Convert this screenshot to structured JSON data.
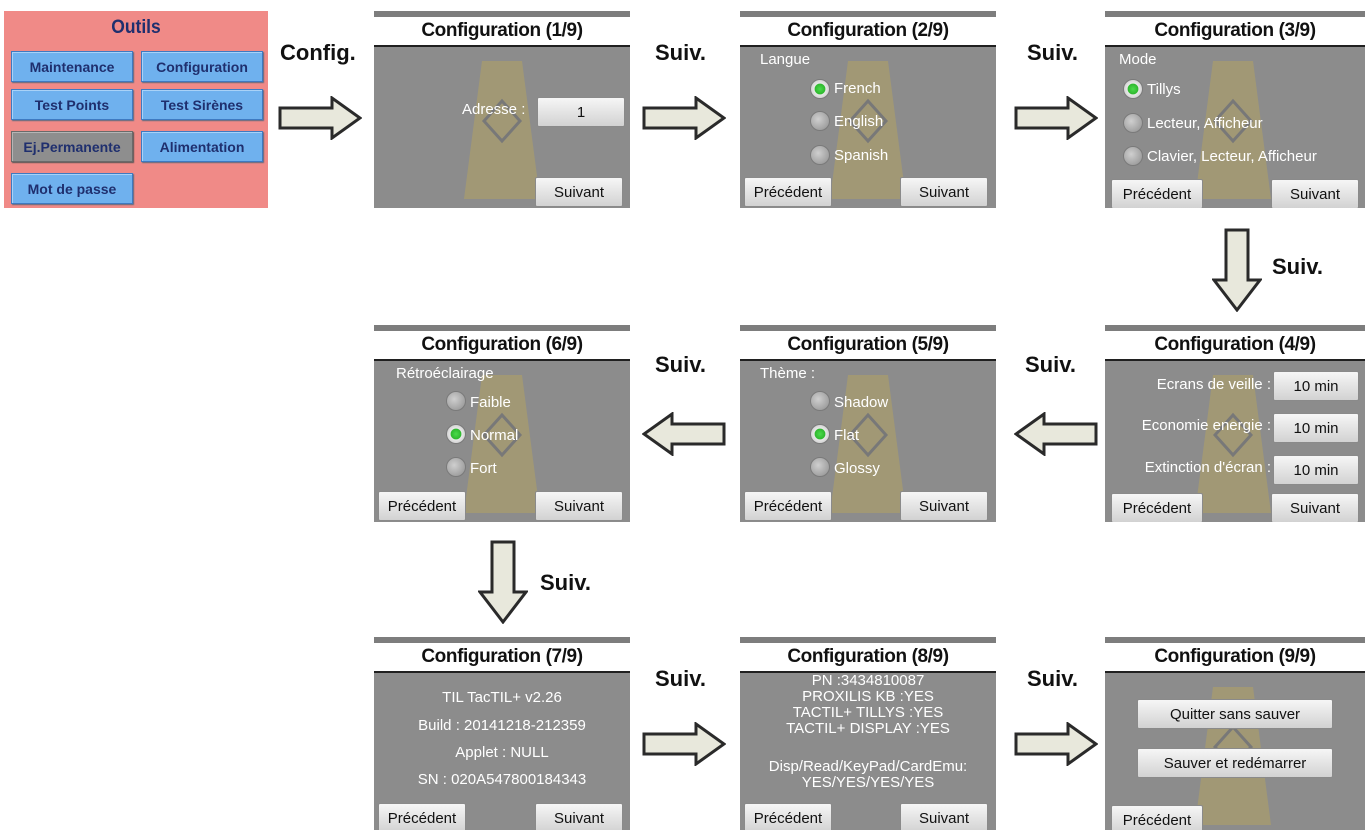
{
  "outils": {
    "title": "Outils",
    "buttons": [
      "Maintenance",
      "Configuration",
      "Test Points",
      "Test Sirènes",
      "Ej.Permanente",
      "Alimentation",
      "Mot de passe"
    ]
  },
  "labels": {
    "config": "Config.",
    "suiv": "Suiv."
  },
  "buttons": {
    "next": "Suivant",
    "prev": "Précédent"
  },
  "s1": {
    "title": "Configuration (1/9)",
    "address_label": "Adresse :",
    "address_value": "1"
  },
  "s2": {
    "title": "Configuration (2/9)",
    "group": "Langue",
    "options": [
      "French",
      "English",
      "Spanish"
    ],
    "selected": 0
  },
  "s3": {
    "title": "Configuration (3/9)",
    "group": "Mode",
    "options": [
      "Tillys",
      "Lecteur, Afficheur",
      "Clavier, Lecteur, Afficheur"
    ],
    "selected": 0
  },
  "s4": {
    "title": "Configuration (4/9)",
    "rows": [
      {
        "label": "Ecrans de veille :",
        "value": "10 min"
      },
      {
        "label": "Economie energie :",
        "value": "10 min"
      },
      {
        "label": "Extinction d'écran :",
        "value": "10 min"
      }
    ]
  },
  "s5": {
    "title": "Configuration (5/9)",
    "group": "Thème :",
    "options": [
      "Shadow",
      "Flat",
      "Glossy"
    ],
    "selected": 1
  },
  "s6": {
    "title": "Configuration (6/9)",
    "group": "Rétroéclairage",
    "options": [
      "Faible",
      "Normal",
      "Fort"
    ],
    "selected": 1
  },
  "s7": {
    "title": "Configuration (7/9)",
    "lines": [
      "TIL TacTIL+ v2.26",
      "Build : 20141218-212359",
      "Applet : NULL",
      "SN : 020A547800184343"
    ]
  },
  "s8": {
    "title": "Configuration (8/9)",
    "lines": [
      "PN :3434810087",
      "PROXILIS KB :YES",
      "TACTIL+ TILLYS :YES",
      "TACTIL+ DISPLAY :YES",
      "",
      "Disp/Read/KeyPad/CardEmu:",
      "YES/YES/YES/YES"
    ]
  },
  "s9": {
    "title": "Configuration (9/9)",
    "quit": "Quitter sans sauver",
    "save": "Sauver et redémarrer"
  }
}
